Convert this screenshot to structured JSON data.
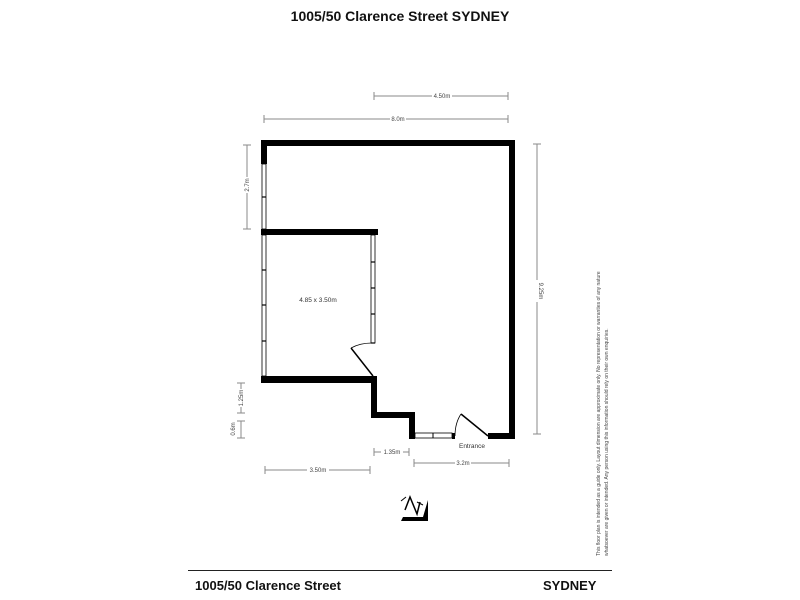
{
  "header": {
    "title": "1005/50 Clarence Street SYDNEY"
  },
  "floorplan": {
    "room": {
      "label": "4.85 x 3.50m"
    },
    "entrance_label": "Entrance",
    "dimensions": {
      "top_partial": "4.50m",
      "top_total": "8.0m",
      "left_upper": "2.7m",
      "right_total": "9.25m",
      "left_lower_a": "1.25m",
      "left_lower_b": "0.6m",
      "bottom_left": "3.50m",
      "bottom_mid": "1.35m",
      "bottom_right": "3.2m"
    },
    "compass": "north-arrow"
  },
  "disclaimer": "This floor plan is intended as a guide only. Layout dimension are approximate only. No representation or warranties of any nature whatsoever are given or intended. Any person using this information should rely on their own enquiries.",
  "footer": {
    "address": "1005/50 Clarence Street",
    "city": "SYDNEY"
  },
  "colors": {
    "wall": "#000000",
    "dimension_line": "#888888",
    "window": "#ffffff"
  }
}
